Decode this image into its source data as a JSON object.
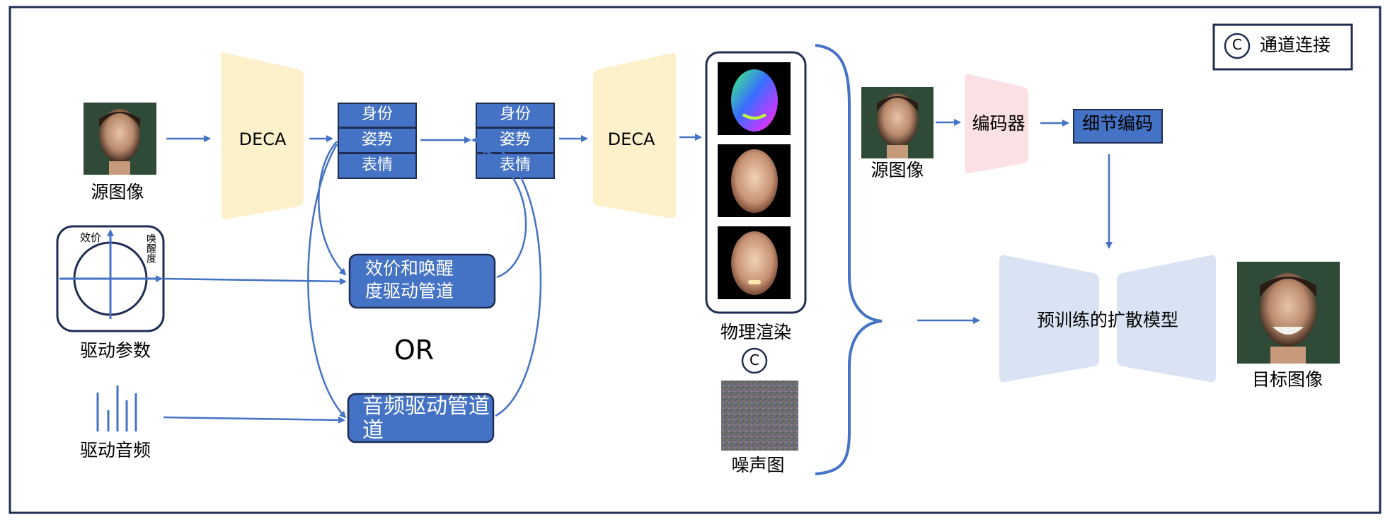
{
  "legend": {
    "symbol": "C",
    "text": "通道连接"
  },
  "left": {
    "source_label": "源图像",
    "drive_params_label": "驱动参数",
    "drive_audio_label": "驱动音频",
    "valence_label": "效价",
    "arousal_label": "唤醒度",
    "or_label": "OR"
  },
  "deca1": "DECA",
  "deca2": "DECA",
  "params1": [
    "身份",
    "姿势",
    "表情"
  ],
  "params2": [
    "身份",
    "姿势",
    "表情"
  ],
  "pipelines": {
    "va_line1": "效价和唤醒",
    "va_line2": "度驱动管道",
    "audio_line1": "音频驱动管道",
    "audio_line2": "道"
  },
  "render": {
    "label": "物理渲染",
    "concat_symbol": "C",
    "noise_label": "噪声图"
  },
  "right": {
    "source_label": "源图像",
    "encoder": "编码器",
    "detail_code": "细节编码",
    "diffusion": "预训练的扩散模型",
    "target_label": "目标图像"
  },
  "colors": {
    "dark_blue": "#1f2d52",
    "arrow_blue": "#4472c4",
    "box_blue": "#4472c4",
    "deca_fill": "#fdf1cc",
    "encoder_fill": "#fbe0e4",
    "diffusion_fill": "#dae3f3"
  }
}
